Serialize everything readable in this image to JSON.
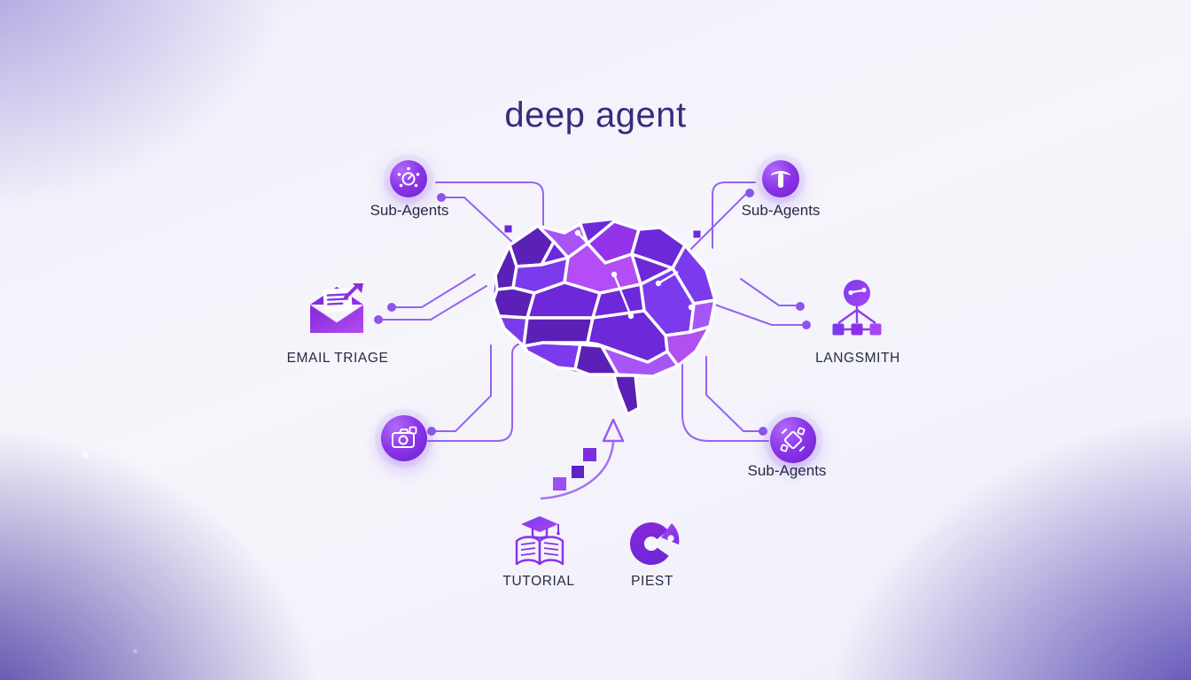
{
  "title": "deep agent",
  "colors": {
    "title_text": "#3a2b7c",
    "label_text": "#262c42",
    "connector_line": "#9563ef",
    "icon_gradient_start": "#8c35e8",
    "icon_gradient_end": "#a855f7",
    "brain_dark": "#5b21b6",
    "brain_bright": "#a855f7",
    "background_corner": "#4a37a2"
  },
  "center": {
    "name": "low-poly brain illustration"
  },
  "nodes": {
    "top_left": {
      "label": "Sub-Agents",
      "icon": "agents-gear-icon"
    },
    "top_right": {
      "label": "Sub-Agents",
      "icon": "hammer-icon"
    },
    "left": {
      "label": "EMAIL TRIAGE",
      "icon": "envelope-arrow-icon"
    },
    "right": {
      "label": "LANGSMITH",
      "icon": "org-chart-icon"
    },
    "bottom_right": {
      "label": "Sub-Agents",
      "icon": "geometric-diamond-icon"
    },
    "bottom_left": {
      "label": "",
      "icon": "camera-icon"
    },
    "tutorial": {
      "label": "TUTORIAL",
      "icon": "book-graduation-icon"
    },
    "piest": {
      "label": "PIEST",
      "icon": "pie-chart-icon"
    }
  }
}
